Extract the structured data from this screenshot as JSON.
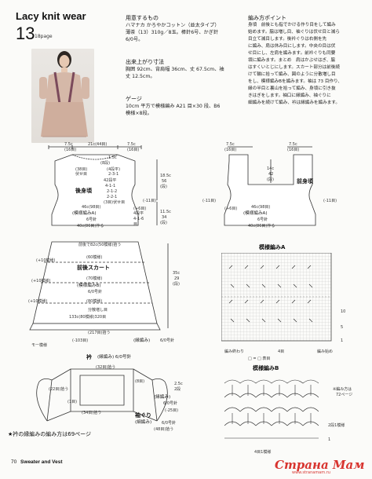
{
  "header": {
    "title": "Lacy knit wear",
    "number": "13",
    "page_ref": "18page"
  },
  "materials": {
    "heading": "用意するもの",
    "line1": "ハマナカ かろやかコットン（並太タイプ）",
    "line2": "薄茶（13）310g／8玉。棒針6号、かぎ針",
    "line3": "6/0号。"
  },
  "size": {
    "heading": "出来上がり寸法",
    "line1": "胸囲 92cm、背肩幅 36cm、丈 67.5cm、袖",
    "line2": "丈 12.5cm。"
  },
  "gauge": {
    "heading": "ゲージ",
    "line1": "10cm 平方で模様編み A21 目×30 段、B6",
    "line2": "模様×8段。"
  },
  "points": {
    "heading": "編み方ポイント",
    "lines": [
      "身頃　前後とも指でかける作り目をして編み",
      "始めます。脇は増し目、袖ぐりは伏せ目と減ら",
      "目立て減目します。後衿ぐりは右側を先",
      "に編み、肩は休み目にします。中央の目は伏",
      "せ目にし、左肩を編みます。前衿ぐりも同要",
      "領に編みます。まとめ　肩はかぶせはぎ、脇",
      "はすくいとじにします。スカート部分は前後続",
      "けて輪に拾って編み、図のように分散増し目",
      "をし、模様編みBを編みます。袖は 73 目作り、",
      "縁の半目と裏山を拾って編み、身頃に引き抜",
      "きはぎをします。袖口に縁編み、袖ぐりに",
      "細編みを続けて編み、衿は縁編みを編みます。"
    ]
  },
  "back": {
    "title": "後身頃",
    "top_dims": [
      "7.5c",
      "21c(44目)",
      "7.5c",
      "(16目)",
      "(16目)"
    ],
    "labels": [
      "1.5c",
      "(8段)",
      "(38目)",
      "伏せ目",
      "(4段平)",
      "2-3-1",
      "42段平",
      "4-1-1",
      "2-1-2",
      "2-2-1",
      "(3目)伏せ目"
    ],
    "side": [
      "18.5c",
      "56",
      "(段)"
    ],
    "body": [
      "46c(98目)",
      "(模様編みA)",
      "6号針",
      "40c(86目)作る",
      "(-11目)",
      "(+6目)",
      "4段平",
      "4-1-6",
      "目",
      "11.5c",
      "34",
      "(段)"
    ]
  },
  "front": {
    "title": "前身頃",
    "top_dims": [
      "7.5c",
      "7.5c",
      "(16目)",
      "(16目)"
    ],
    "labels": [
      "14c",
      "42",
      "(段)"
    ],
    "body": [
      "46c(98目)",
      "(模様編みA)",
      "6号針",
      "40c(86目)作る",
      "(-11目)",
      "(+6目)",
      "(-11目)"
    ]
  },
  "skirt": {
    "title": "前後スカート",
    "rows": [
      "前後で82c(50模様)拾う",
      "(60模様)",
      "(70模様)",
      "(80模様)",
      "分散増し目",
      "133c(80模様)320目"
    ],
    "pattern": "(模様編みB)",
    "needle": "6/0号針",
    "incs": [
      "(+10模様)",
      "(+10模様)",
      "(+10模様)"
    ],
    "side": [
      "35c",
      "29",
      "(段)"
    ],
    "bottom": [
      "(217目)拾う",
      "(縁編み)",
      "6/0号針",
      "(-103目)"
    ],
    "edge": "モー模様"
  },
  "collar": {
    "title": "衿",
    "subtitle": "(縁編み) 6/0号針",
    "labels": [
      "(32目)拾う",
      "(22目)拾う",
      "(1目)",
      "(34目)拾う",
      "(8目)"
    ]
  },
  "sleeve": {
    "title": "袖ぐり",
    "sub": "(細編み)",
    "needle": "6/0号針",
    "labels": [
      "2.5c",
      "2段",
      "(縁編み)",
      "6/0号針",
      "(-25目)",
      "(48目)拾う"
    ]
  },
  "pattern_a": {
    "title": "模様編みA",
    "legend": [
      "□ = □ 表目"
    ],
    "marks": [
      "編み終わり",
      "編み始め",
      "4目",
      "10",
      "5",
      "1"
    ]
  },
  "pattern_b": {
    "title": "模様編みB",
    "legend": [
      "※編み方は",
      "72ページ"
    ],
    "marks": [
      "2段1模様",
      "1",
      "4目1模様"
    ]
  },
  "note": "★衿の縁編みの編み方は69ページ",
  "footer": {
    "page": "70",
    "text": "Sweater and Vest"
  },
  "watermark": {
    "brand": "Страна Мам",
    "url": "www.stranamam.ru"
  }
}
